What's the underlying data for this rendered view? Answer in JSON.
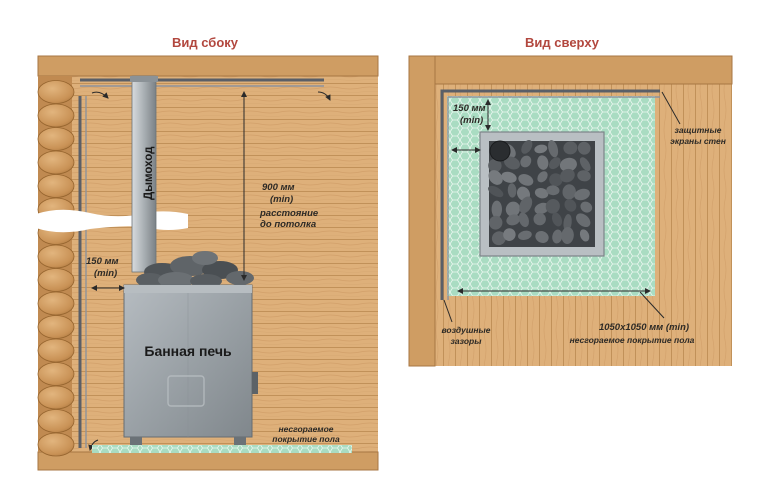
{
  "side_view": {
    "title": "Вид сбоку",
    "chimney_label": "Дымоход",
    "ceiling_gap_value": "900 мм",
    "ceiling_gap_min": "(min)",
    "ceiling_gap_desc_1": "расстояние",
    "ceiling_gap_desc_2": "до потолка",
    "wall_gap_value": "150 мм",
    "wall_gap_min": "(min)",
    "stove_label": "Банная печь",
    "floor_label_1": "несгораемое",
    "floor_label_2": "покрытие пола"
  },
  "top_view": {
    "title": "Вид сверху",
    "wall_gap_value": "150 мм",
    "wall_gap_min": "(min)",
    "screens_label_1": "защитные",
    "screens_label_2": "экраны стен",
    "air_gaps_label_1": "воздушные",
    "air_gaps_label_2": "зазоры",
    "floor_size": "1050x1050 мм (min)",
    "floor_label": "несгораемое покрытие пола"
  },
  "colors": {
    "wood": "#deb07a",
    "wood_dark": "#b9864f",
    "log": "#c99256",
    "floor_mesh": "#a9dcc2",
    "metal": "#9aa1a6",
    "stones": "#55595d",
    "title": "#b2473e"
  }
}
